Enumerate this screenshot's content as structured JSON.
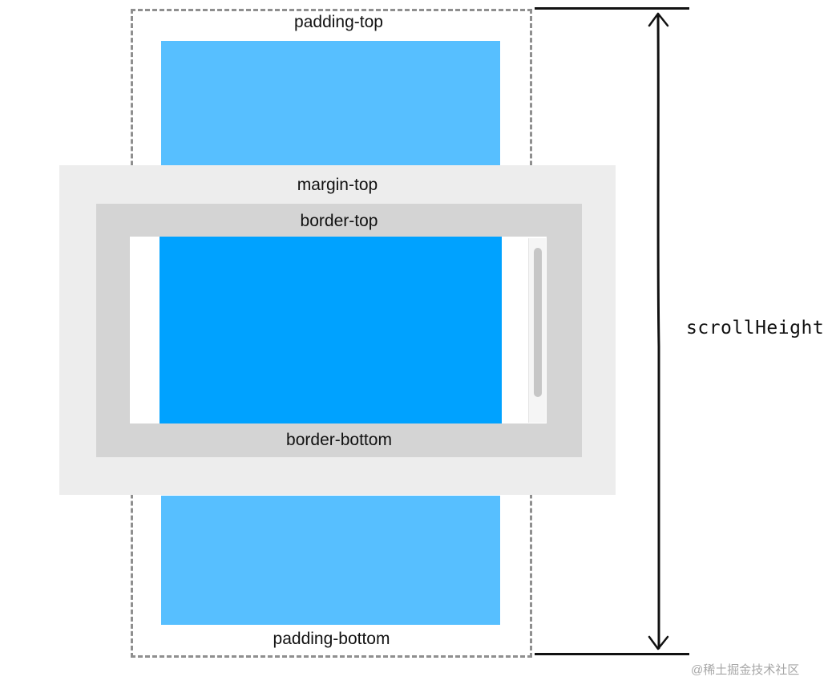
{
  "labels": {
    "padding_top": "padding-top",
    "margin_top": "margin-top",
    "border_top": "border-top",
    "border_bottom": "border-bottom",
    "padding_bottom": "padding-bottom",
    "scroll_height": "scrollHeight"
  },
  "watermark": "@稀土掘金技术社区",
  "colors": {
    "content_light": "#57bfff",
    "content_visible": "#00a2ff",
    "margin_fill": "#ededed",
    "border_fill": "#d4d4d4",
    "dashed_outline": "#8f8f8f",
    "scroll_track": "#f5f5f5",
    "scroll_thumb": "#c6c6c6",
    "arrow_line": "#111111"
  }
}
